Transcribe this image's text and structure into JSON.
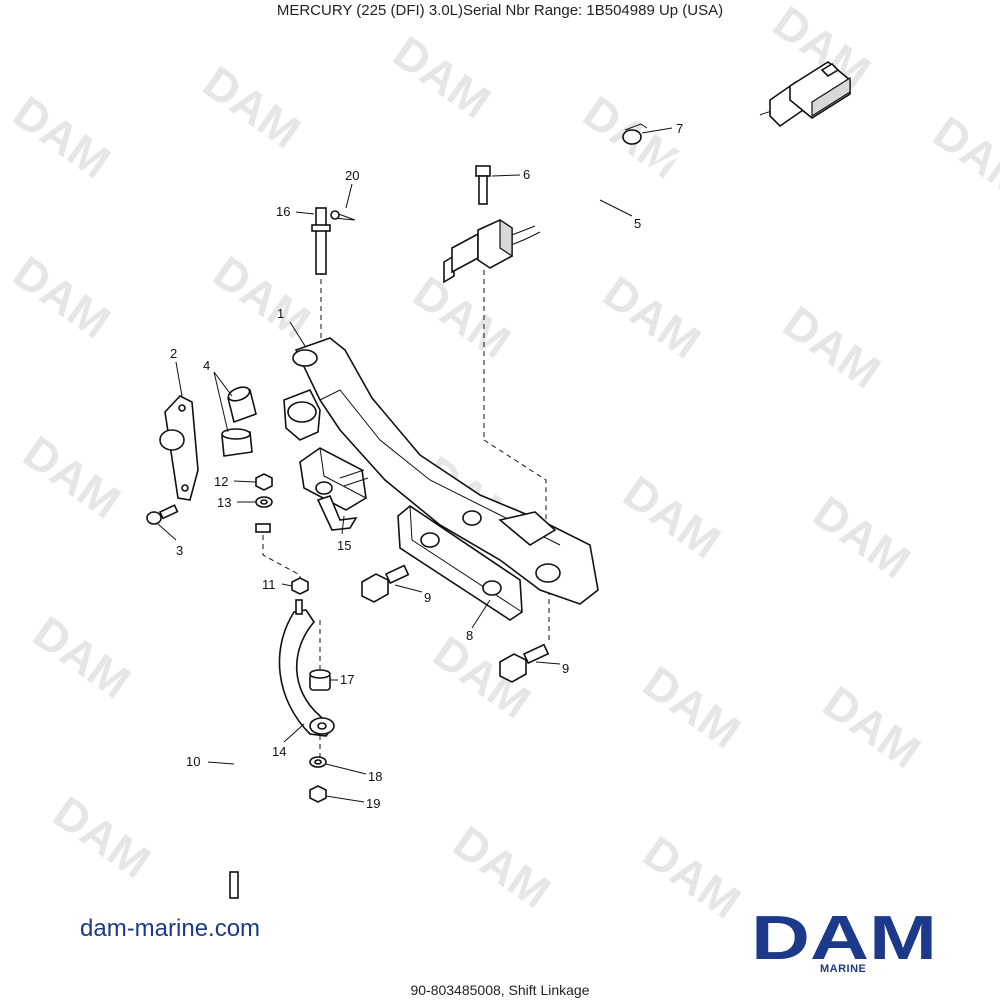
{
  "header": {
    "title": "MERCURY (225 (DFI) 3.0L)Serial Nbr Range: 1B504989  Up (USA)"
  },
  "footer": {
    "caption": "90-803485008, Shift Linkage",
    "site_url": "dam-marine.com"
  },
  "logo": {
    "text": "DAM",
    "subtitle": "MARINE",
    "color": "#1d3a8a"
  },
  "watermark": {
    "text": "DAM"
  },
  "callouts": [
    {
      "id": "1",
      "label": "1"
    },
    {
      "id": "2",
      "label": "2"
    },
    {
      "id": "3",
      "label": "3"
    },
    {
      "id": "4",
      "label": "4"
    },
    {
      "id": "5",
      "label": "5"
    },
    {
      "id": "6",
      "label": "6"
    },
    {
      "id": "7",
      "label": "7"
    },
    {
      "id": "8",
      "label": "8"
    },
    {
      "id": "9a",
      "label": "9"
    },
    {
      "id": "9b",
      "label": "9"
    },
    {
      "id": "10",
      "label": "10"
    },
    {
      "id": "11",
      "label": "11"
    },
    {
      "id": "12",
      "label": "12"
    },
    {
      "id": "13",
      "label": "13"
    },
    {
      "id": "14",
      "label": "14"
    },
    {
      "id": "15",
      "label": "15"
    },
    {
      "id": "16",
      "label": "16"
    },
    {
      "id": "17",
      "label": "17"
    },
    {
      "id": "18",
      "label": "18"
    },
    {
      "id": "19",
      "label": "19"
    },
    {
      "id": "20",
      "label": "20"
    }
  ]
}
